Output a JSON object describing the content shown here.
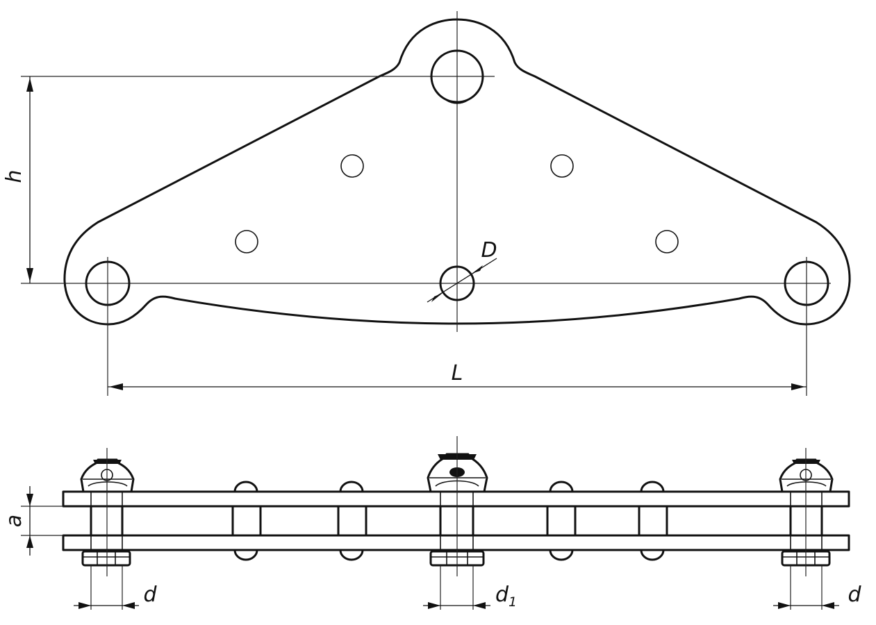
{
  "labels": {
    "h": "h",
    "L": "L",
    "D": "D",
    "a": "a",
    "d_left": "d",
    "d1_base": "d",
    "d1_sub": "1",
    "d_right": "d"
  }
}
